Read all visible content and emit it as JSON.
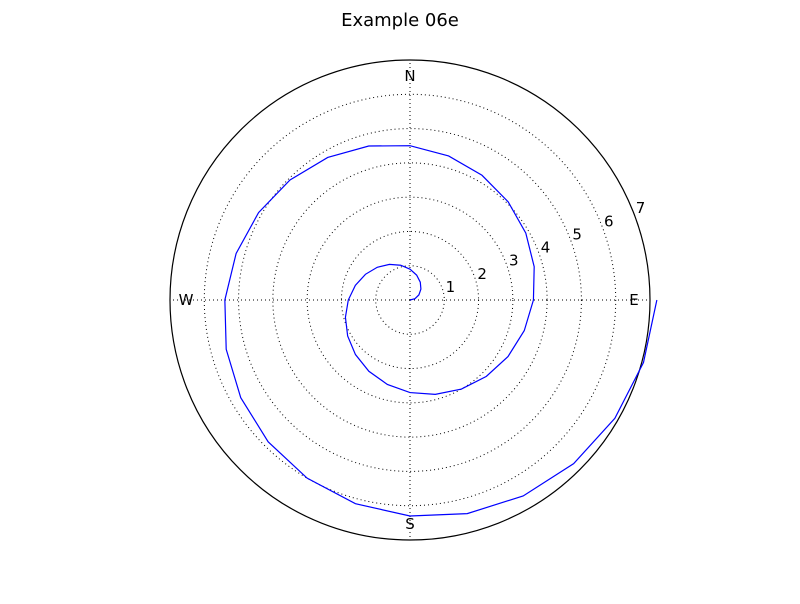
{
  "chart_data": {
    "type": "line",
    "projection": "polar",
    "title": "Example 06e",
    "angle_tick_labels": [
      "E",
      "N",
      "W",
      "S"
    ],
    "angle_tick_degrees": [
      0,
      90,
      180,
      270
    ],
    "radial_ticks": [
      1,
      2,
      3,
      4,
      5,
      6,
      7
    ],
    "radial_tick_labels": [
      "1",
      "2",
      "3",
      "4",
      "5",
      "6",
      "7"
    ],
    "rlim": [
      0,
      7
    ],
    "grid": true,
    "series": [
      {
        "color": "#0000ff",
        "theta_deg": [
          0,
          15,
          30,
          45,
          60,
          75,
          90,
          105,
          120,
          135,
          150,
          165,
          180,
          195,
          210,
          225,
          240,
          255,
          270,
          285,
          300,
          315,
          330,
          345,
          360,
          375,
          390,
          405,
          420,
          435,
          450,
          465,
          480,
          495,
          510,
          525,
          540,
          555,
          570,
          585,
          600,
          615,
          630,
          645,
          660,
          675,
          690,
          705,
          720
        ],
        "r": [
          0.0,
          0.15,
          0.3,
          0.45,
          0.6,
          0.75,
          0.9,
          1.05,
          1.2,
          1.35,
          1.5,
          1.65,
          1.8,
          1.95,
          2.1,
          2.25,
          2.4,
          2.55,
          2.7,
          2.85,
          3.0,
          3.15,
          3.3,
          3.45,
          3.6,
          3.75,
          3.9,
          4.05,
          4.2,
          4.35,
          4.5,
          4.65,
          4.8,
          4.95,
          5.1,
          5.25,
          5.4,
          5.55,
          5.7,
          5.85,
          6.0,
          6.15,
          6.3,
          6.45,
          6.6,
          6.75,
          6.9,
          7.05,
          7.2
        ]
      }
    ]
  },
  "colors": {
    "series": "#0000ff",
    "grid": "#000000",
    "frame": "#000000"
  }
}
